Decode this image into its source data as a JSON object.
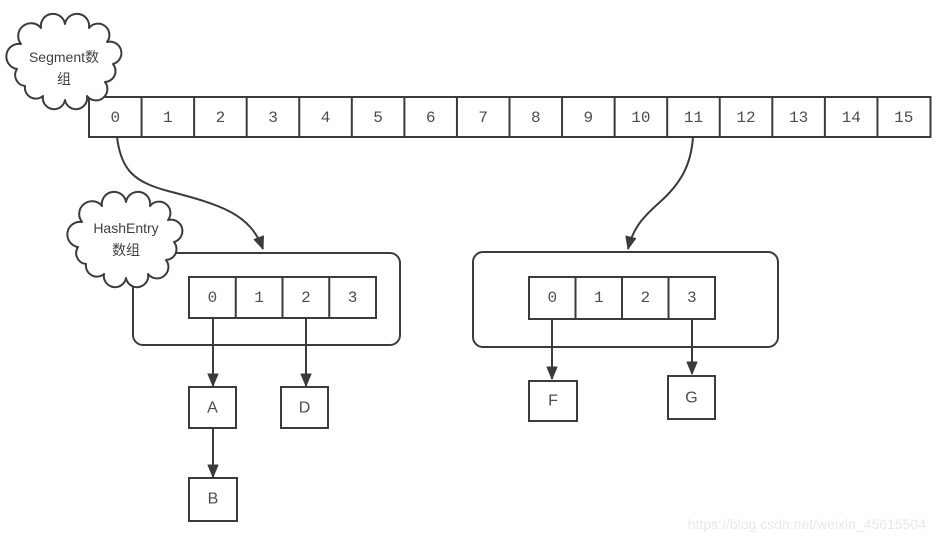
{
  "clouds": {
    "segment": {
      "line1": "Segment数",
      "line2": "组"
    },
    "hash_entry": {
      "line1": "HashEntry",
      "line2": "数组"
    }
  },
  "segment_array": {
    "cells": [
      "0",
      "1",
      "2",
      "3",
      "4",
      "5",
      "6",
      "7",
      "8",
      "9",
      "10",
      "11",
      "12",
      "13",
      "14",
      "15"
    ]
  },
  "buckets": {
    "left": {
      "cells": [
        "0",
        "1",
        "2",
        "3"
      ]
    },
    "right": {
      "cells": [
        "0",
        "1",
        "2",
        "3"
      ]
    }
  },
  "nodes": {
    "a": "A",
    "b": "B",
    "d": "D",
    "f": "F",
    "g": "G"
  },
  "watermark": {
    "text": "https://blog.csdn.net/weixin_45615504"
  },
  "colors": {
    "line": "#3b3b3b",
    "text": "#4d4d4d",
    "watermark": "#e8e8e8",
    "background": "#ffffff"
  }
}
